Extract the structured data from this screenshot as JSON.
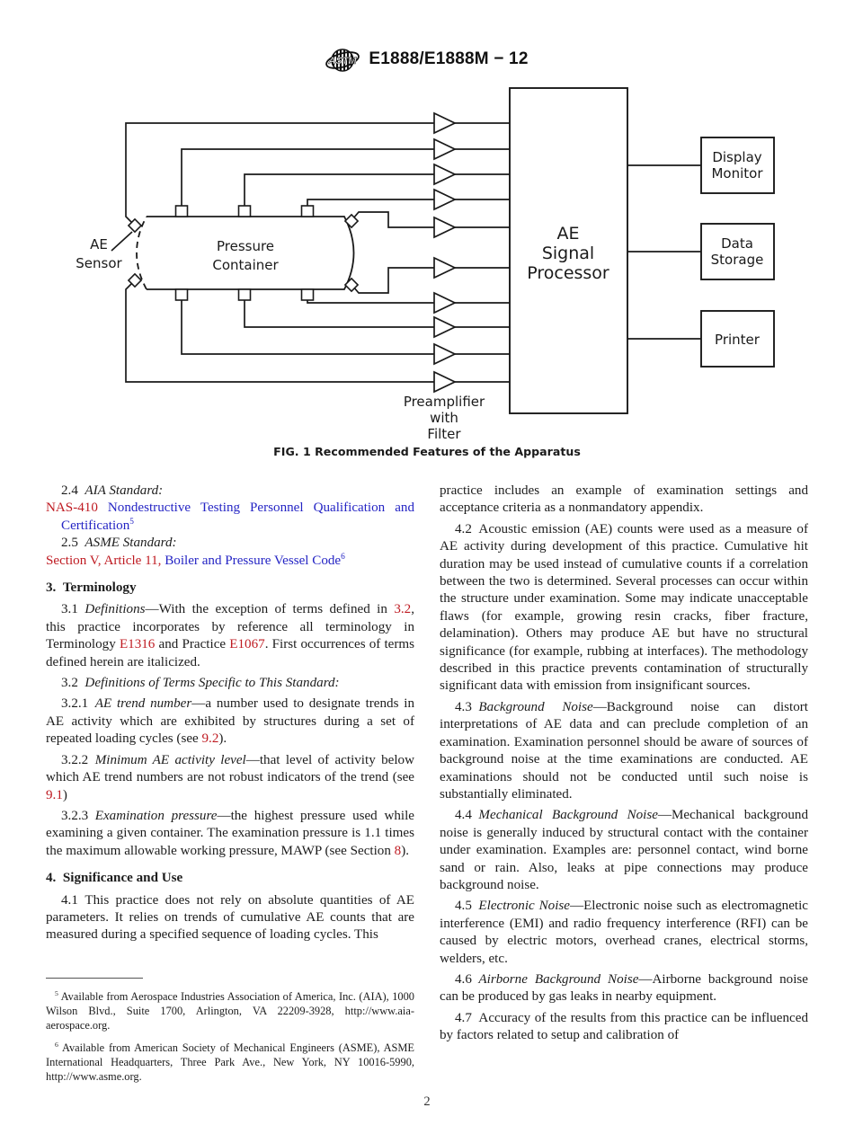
{
  "header": {
    "designation": "E1888/E1888M − 12",
    "logo_text": "ASTM"
  },
  "colors": {
    "reference_link": "#bf1b22",
    "document_link": "#2424c4",
    "body_text": "#1c1c1c",
    "diagram_stroke": "#1a1a1a"
  },
  "figure": {
    "sensor_label": [
      "AE",
      "Sensor"
    ],
    "container_label": [
      "Pressure",
      "Container"
    ],
    "processor_label": [
      "AE",
      "Signal",
      "Processor"
    ],
    "display_monitor_label": [
      "Display",
      "Monitor"
    ],
    "data_storage_label": [
      "Data",
      "Storage"
    ],
    "printer_label": [
      "Printer"
    ],
    "preamp_label": [
      "Preamplifier",
      "with",
      "Filter"
    ],
    "caption": "FIG. 1 Recommended Features of the Apparatus"
  },
  "content": {
    "left": [
      {
        "type": "p",
        "cls": "ref-head",
        "runs": [
          {
            "t": "2.4 "
          },
          {
            "t": "AIA Standard:",
            "s": "i"
          }
        ]
      },
      {
        "type": "p",
        "cls": "ref-item",
        "runs": [
          {
            "t": "NAS-410",
            "s": "red"
          },
          {
            "t": " Nondestructive Testing Personnel Qualification and Certification",
            "s": "blue"
          },
          {
            "t": "5",
            "s": "bsup"
          }
        ]
      },
      {
        "type": "p",
        "cls": "ref-head",
        "runs": [
          {
            "t": "2.5 "
          },
          {
            "t": "ASME Standard:",
            "s": "i"
          }
        ]
      },
      {
        "type": "p",
        "cls": "ref-item",
        "runs": [
          {
            "t": "Section V, Article 11,",
            "s": "red"
          },
          {
            "t": " Boiler and Pressure Vessel Code",
            "s": "blue"
          },
          {
            "t": "6",
            "s": "bsup"
          }
        ]
      },
      {
        "type": "h",
        "runs": [
          {
            "t": "3. Terminology"
          }
        ]
      },
      {
        "type": "p",
        "runs": [
          {
            "t": "3.1 "
          },
          {
            "t": "Definitions",
            "s": "i"
          },
          {
            "t": "—With the exception of terms defined in "
          },
          {
            "t": "3.2",
            "s": "red"
          },
          {
            "t": ", this practice incorporates by reference all terminology in Terminology "
          },
          {
            "t": "E1316",
            "s": "red"
          },
          {
            "t": " and Practice "
          },
          {
            "t": "E1067",
            "s": "red"
          },
          {
            "t": ". First occurrences of terms defined herein are italicized."
          }
        ]
      },
      {
        "type": "p",
        "runs": [
          {
            "t": "3.2 "
          },
          {
            "t": "Definitions of Terms Specific to This Standard:",
            "s": "i"
          }
        ]
      },
      {
        "type": "p",
        "runs": [
          {
            "t": "3.2.1 "
          },
          {
            "t": "AE trend number",
            "s": "i"
          },
          {
            "t": "—a number used to designate trends in AE activity which are exhibited by structures during a set of repeated loading cycles (see "
          },
          {
            "t": "9.2",
            "s": "red"
          },
          {
            "t": ")."
          }
        ]
      },
      {
        "type": "p",
        "runs": [
          {
            "t": "3.2.2 "
          },
          {
            "t": "Minimum AE activity level",
            "s": "i"
          },
          {
            "t": "—that level of activity below which AE trend numbers are not robust indicators of the trend (see "
          },
          {
            "t": "9.1",
            "s": "red"
          },
          {
            "t": ")"
          }
        ]
      },
      {
        "type": "p",
        "runs": [
          {
            "t": "3.2.3 "
          },
          {
            "t": "Examination pressure",
            "s": "i"
          },
          {
            "t": "—the highest pressure used while examining a given container. The examination pressure is 1.1 times the maximum allowable working pressure, MAWP (see Section "
          },
          {
            "t": "8",
            "s": "red"
          },
          {
            "t": ")."
          }
        ]
      },
      {
        "type": "h",
        "runs": [
          {
            "t": "4. Significance and Use"
          }
        ]
      },
      {
        "type": "p",
        "runs": [
          {
            "t": "4.1 This practice does not rely on absolute quantities of AE parameters. It relies on trends of cumulative AE counts that are measured during a specified sequence of loading cycles. This"
          }
        ]
      }
    ],
    "right": [
      {
        "type": "p",
        "cls": "noindent",
        "runs": [
          {
            "t": "practice includes an example of examination settings and acceptance criteria as a nonmandatory appendix."
          }
        ]
      },
      {
        "type": "p",
        "runs": [
          {
            "t": "4.2 Acoustic emission (AE) counts were used as a measure of AE activity during development of this practice. Cumulative hit duration may be used instead of cumulative counts if a correlation between the two is determined. Several processes can occur within the structure under examination. Some may indicate unacceptable flaws (for example, growing resin cracks, fiber fracture, delamination). Others may produce AE but have no structural significance (for example, rubbing at interfaces). The methodology described in this practice prevents contamination of structurally significant data with emission from insignificant sources."
          }
        ]
      },
      {
        "type": "p",
        "runs": [
          {
            "t": "4.3 "
          },
          {
            "t": "Background Noise",
            "s": "i"
          },
          {
            "t": "—Background noise can distort interpretations of AE data and can preclude completion of an examination. Examination personnel should be aware of sources of background noise at the time examinations are conducted. AE examinations should not be conducted until such noise is substantially eliminated."
          }
        ]
      },
      {
        "type": "p",
        "runs": [
          {
            "t": "4.4 "
          },
          {
            "t": "Mechanical Background Noise",
            "s": "i"
          },
          {
            "t": "—Mechanical background noise is generally induced by structural contact with the container under examination. Examples are: personnel contact, wind borne sand or rain. Also, leaks at pipe connections may produce background noise."
          }
        ]
      },
      {
        "type": "p",
        "runs": [
          {
            "t": "4.5 "
          },
          {
            "t": "Electronic Noise",
            "s": "i"
          },
          {
            "t": "—Electronic noise such as electromagnetic interference (EMI) and radio frequency interference (RFI) can be caused by electric motors, overhead cranes, electrical storms, welders, etc."
          }
        ]
      },
      {
        "type": "p",
        "runs": [
          {
            "t": "4.6 "
          },
          {
            "t": "Airborne Background Noise",
            "s": "i"
          },
          {
            "t": "—Airborne background noise can be produced by gas leaks in nearby equipment."
          }
        ]
      },
      {
        "type": "p",
        "runs": [
          {
            "t": "4.7 Accuracy of the results from this practice can be influenced by factors related to setup and calibration of"
          }
        ]
      }
    ],
    "footnotes": [
      {
        "type": "p",
        "runs": [
          {
            "t": "5",
            "s": "sup"
          },
          {
            "t": " Available from Aerospace Industries Association of America, Inc. (AIA), 1000 Wilson Blvd., Suite 1700, Arlington, VA 22209-3928, http://www.aia-aerospace.org."
          }
        ]
      },
      {
        "type": "p",
        "runs": [
          {
            "t": "6",
            "s": "sup"
          },
          {
            "t": " Available from American Society of Mechanical Engineers (ASME), ASME International Headquarters, Three Park Ave., New York, NY 10016-5990, http://www.asme.org."
          }
        ]
      }
    ]
  },
  "footer": {
    "page_number": "2"
  }
}
